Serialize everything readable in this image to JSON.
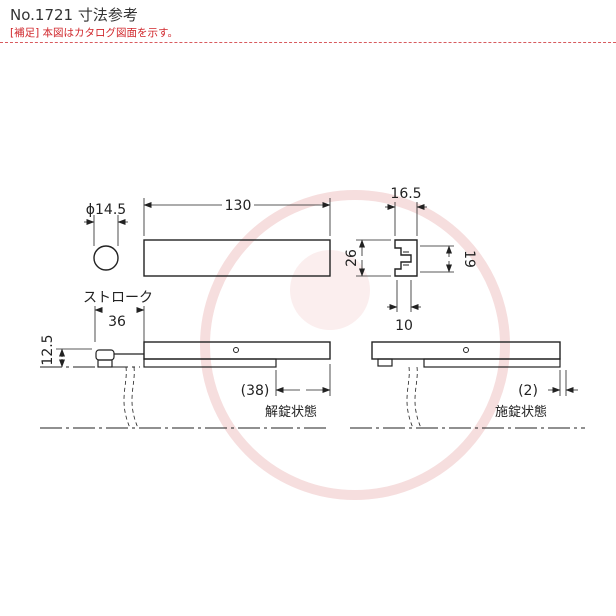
{
  "header": {
    "title": "No.1721 寸法参考",
    "note_tag": "[補足]",
    "note_text": " 本図はカタログ図面を示す。"
  },
  "dimensions": {
    "diameter": "ϕ14.5",
    "length": "130",
    "top_width": "16.5",
    "height_outer": "26",
    "height_inner": "19",
    "bottom_width": "10",
    "stroke_label": "ストローク",
    "stroke": "36",
    "knob_height": "12.5",
    "unlocked_offset": "(38)",
    "locked_offset": "(2)"
  },
  "labels": {
    "unlocked_state": "解錠状態",
    "locked_state": "施錠状態"
  },
  "colors": {
    "line": "#222222",
    "accent": "#d0262b",
    "watermark": "#f6dede"
  }
}
